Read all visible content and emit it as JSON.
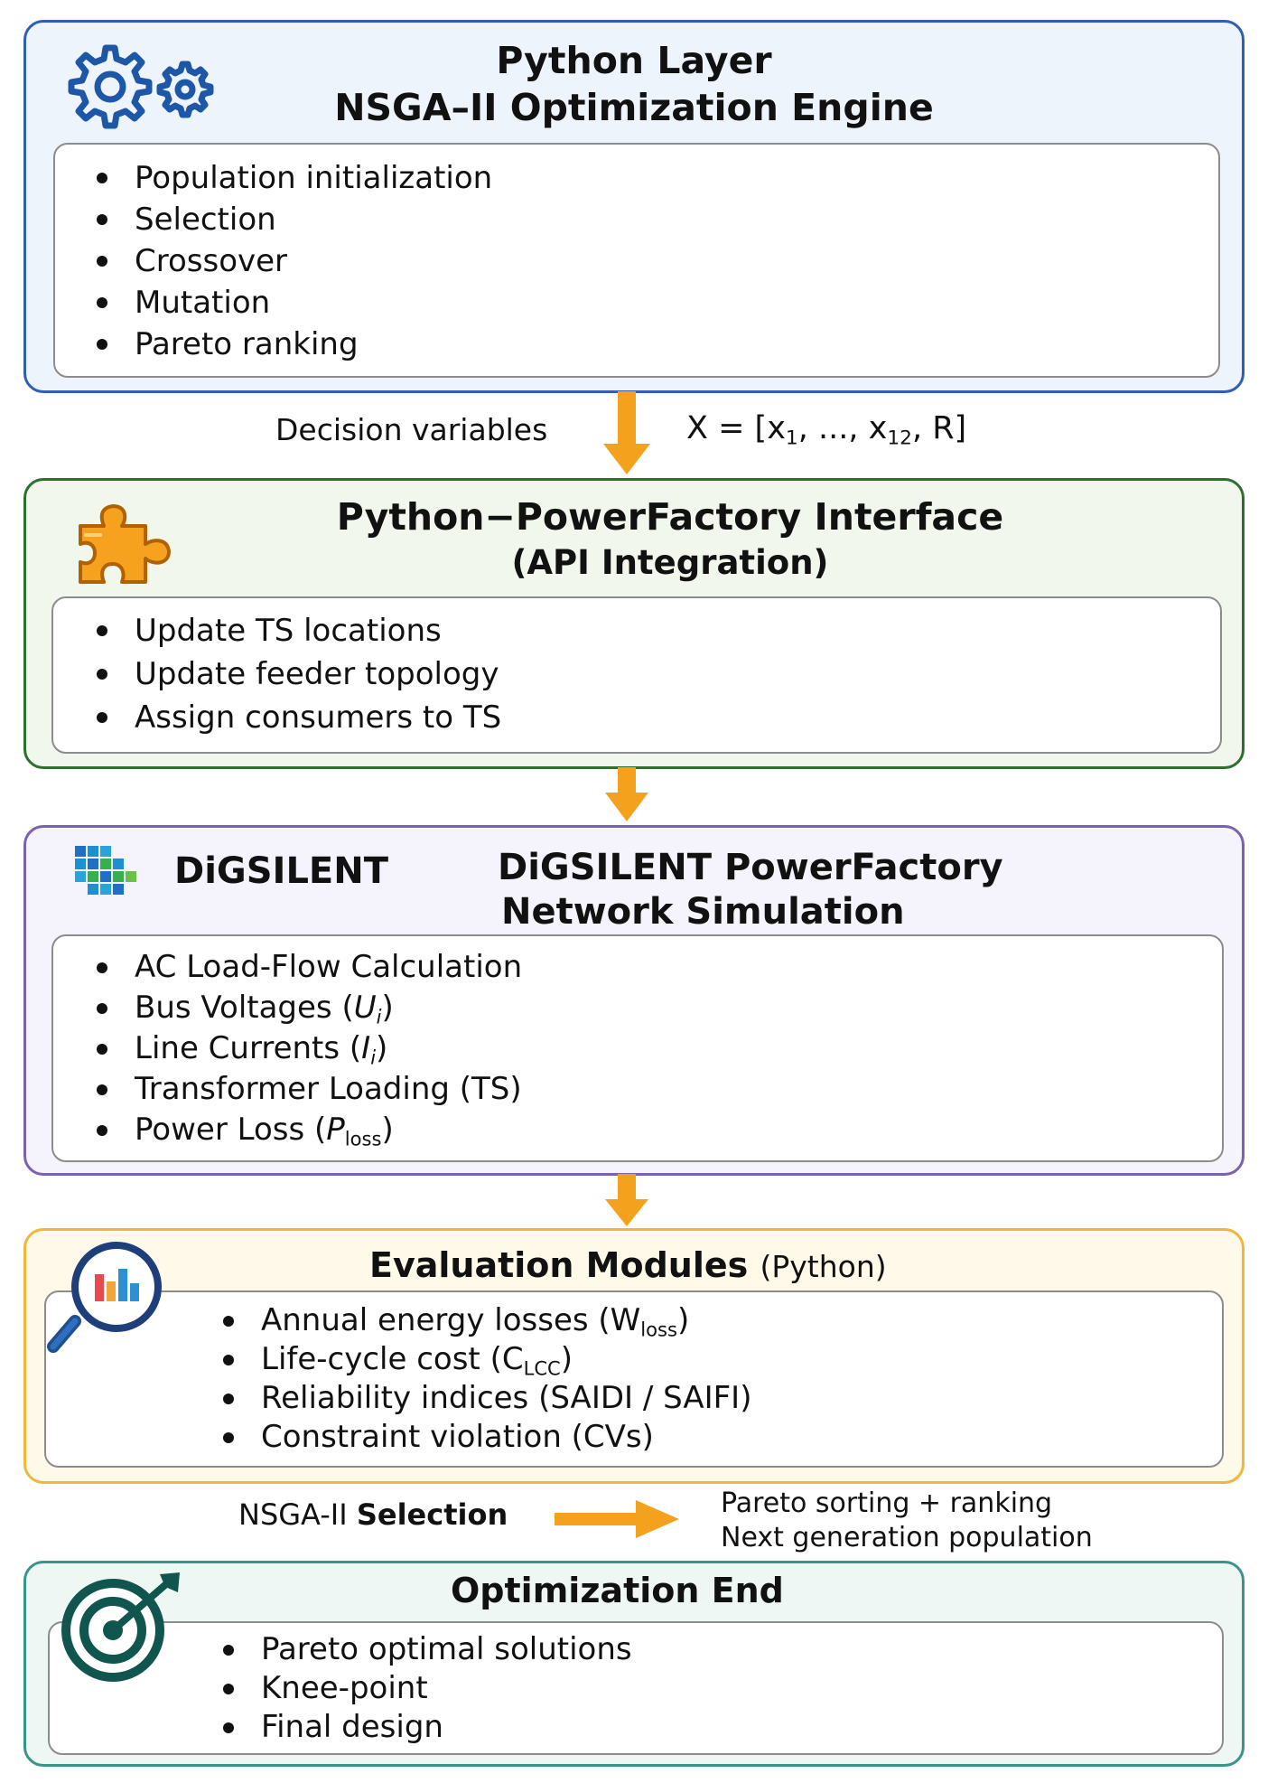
{
  "colors": {
    "python_layer": {
      "border": "#2f5fb3",
      "fill": "#eef4fb"
    },
    "interface": {
      "border": "#2e6e2e",
      "fill": "#f1f7ec"
    },
    "simulation": {
      "border": "#7a62b0",
      "fill": "#f5f3fb"
    },
    "evaluation": {
      "border": "#f0b73a",
      "fill": "#fef9e9"
    },
    "end": {
      "border": "#3a9487",
      "fill": "#eef7f4"
    },
    "arrow": "#f4a21d"
  },
  "python_layer": {
    "icon": "gears-icon",
    "title": "Python Layer",
    "subtitle": "NSGA–II Optimization Engine",
    "items": [
      "Population initialization",
      "Selection",
      "Crossover",
      "Mutation",
      "Pareto ranking"
    ]
  },
  "connector1": {
    "left_label": "Decision variables",
    "formula": {
      "lhs": "X = [x",
      "sub1": "1",
      "mid": ", ..., x",
      "sub2": "12",
      "rhs": ", R]"
    }
  },
  "interface": {
    "icon": "puzzle-piece-icon",
    "title": "Python−PowerFactory Interface",
    "subtitle": "(API Integration)",
    "items": [
      "Update TS locations",
      "Update feeder topology",
      "Assign consumers to TS"
    ]
  },
  "simulation": {
    "icon": "digsilent-logo-icon",
    "logo_text": "DiGSILENT",
    "title": "DiGSILENT PowerFactory",
    "subtitle": "Network Simulation",
    "items": [
      {
        "text": "AC Load-Flow Calculation"
      },
      {
        "text": "Bus Voltages (",
        "sym": "U",
        "sub": "i",
        "tail": ")"
      },
      {
        "text": "Line Currents (",
        "sym": "I",
        "sub": "i",
        "tail": ")"
      },
      {
        "text": "Transformer Loading (TS)"
      },
      {
        "text": "Power Loss (",
        "sym": "P",
        "sub": "loss",
        "tail": ")"
      }
    ]
  },
  "evaluation": {
    "icon": "magnifier-chart-icon",
    "title": "Evaluation Modules",
    "title_suffix": "(Python)",
    "items": [
      {
        "text": "Annual energy losses (W",
        "sub": "loss",
        "tail": ")"
      },
      {
        "text": "Life-cycle cost (C",
        "sub": "LCC",
        "tail": ")"
      },
      {
        "text": "Reliability indices (SAIDI / SAIFI)"
      },
      {
        "text": "Constraint violation (CVs)"
      }
    ]
  },
  "selection": {
    "label_prefix": "NSGA-II",
    "label_bold": "Selection",
    "right_line1": "Pareto sorting + ranking",
    "right_line2": "Next generation population"
  },
  "end": {
    "icon": "target-icon",
    "title": "Optimization End",
    "items": [
      "Pareto optimal solutions",
      "Knee-point",
      "Final design"
    ]
  }
}
